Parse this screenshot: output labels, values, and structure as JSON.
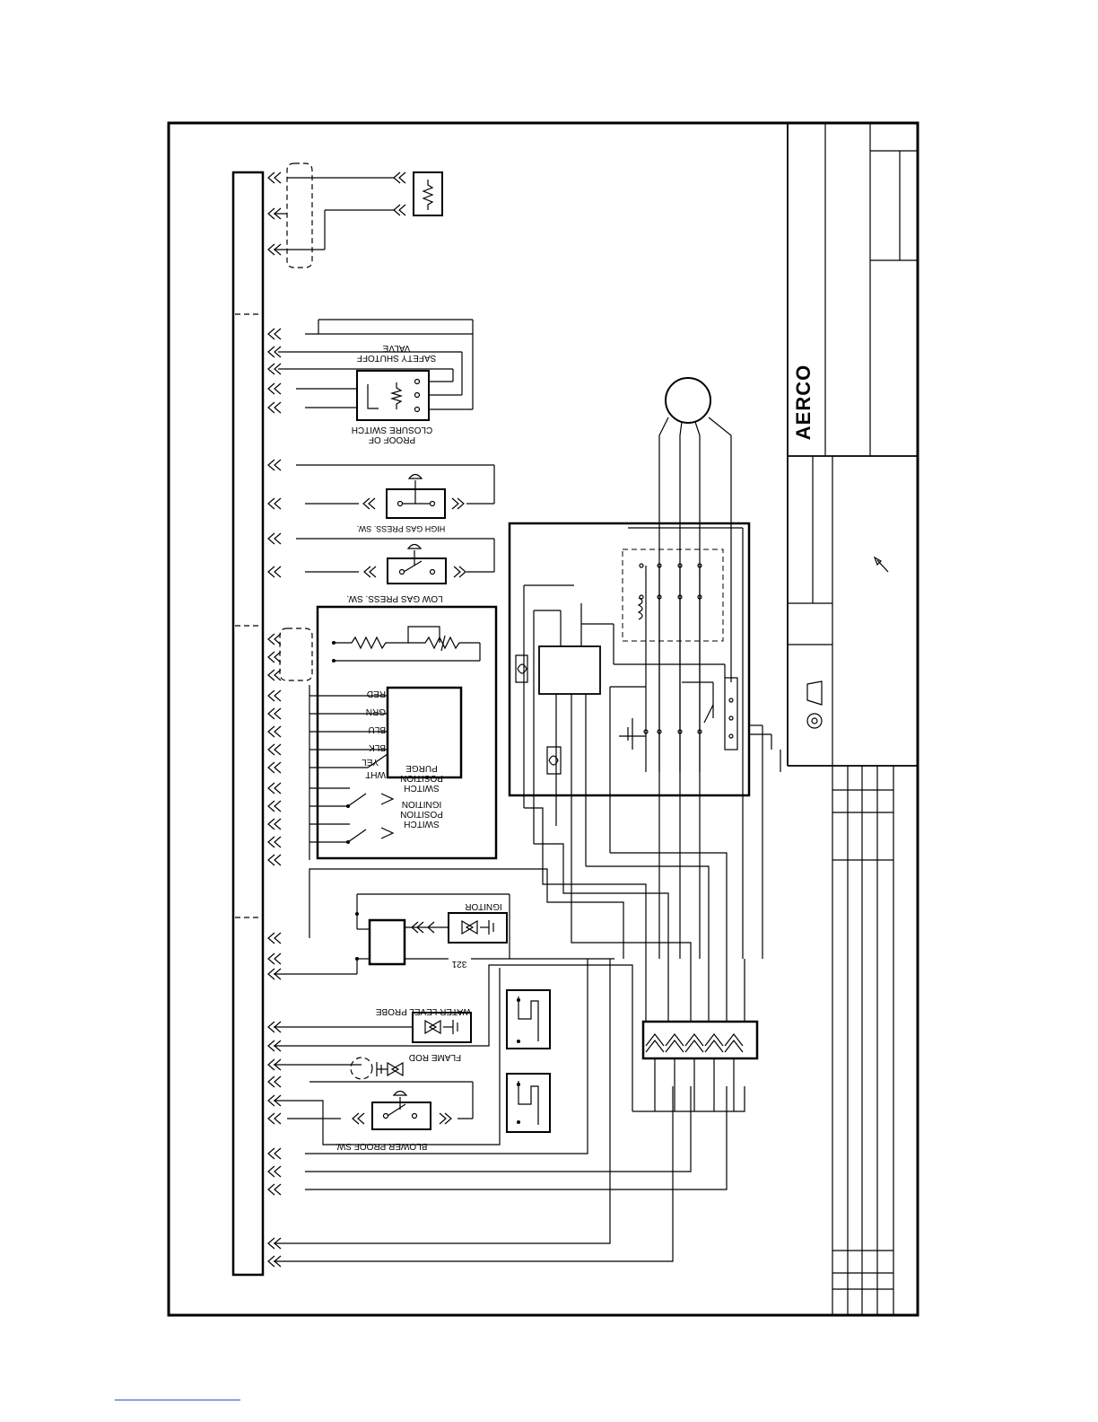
{
  "brand": {
    "logo_text": "AERCO"
  },
  "labels": {
    "safety_shutoff_valve_1": "SAFETY SHUTOFF",
    "safety_shutoff_valve_2": "VALVE",
    "proof_of_closure_1": "PROOF OF",
    "proof_of_closure_2": "CLOSURE SWITCH",
    "high_gas": "HIGH GAS PRESS. SW.",
    "low_gas": "LOW GAS PRESS. SW.",
    "red": "RED",
    "grn": "GRN",
    "blu": "BLU",
    "blk": "BLK",
    "yel": "YEL",
    "wht": "WHT",
    "purge_1": "PURGE",
    "purge_2": "POSITION",
    "purge_3": "SWITCH",
    "ignition_1": "IGNITION",
    "ignition_2": "POSITION",
    "ignition_3": "SWITCH",
    "ignitor": "IGNITOR",
    "wire_321": "321",
    "water_level_probe": "WATER LEVEL PROBE",
    "flame_rod": "FLAME ROD",
    "blower_proof": "BLOWER PROOF SW."
  }
}
